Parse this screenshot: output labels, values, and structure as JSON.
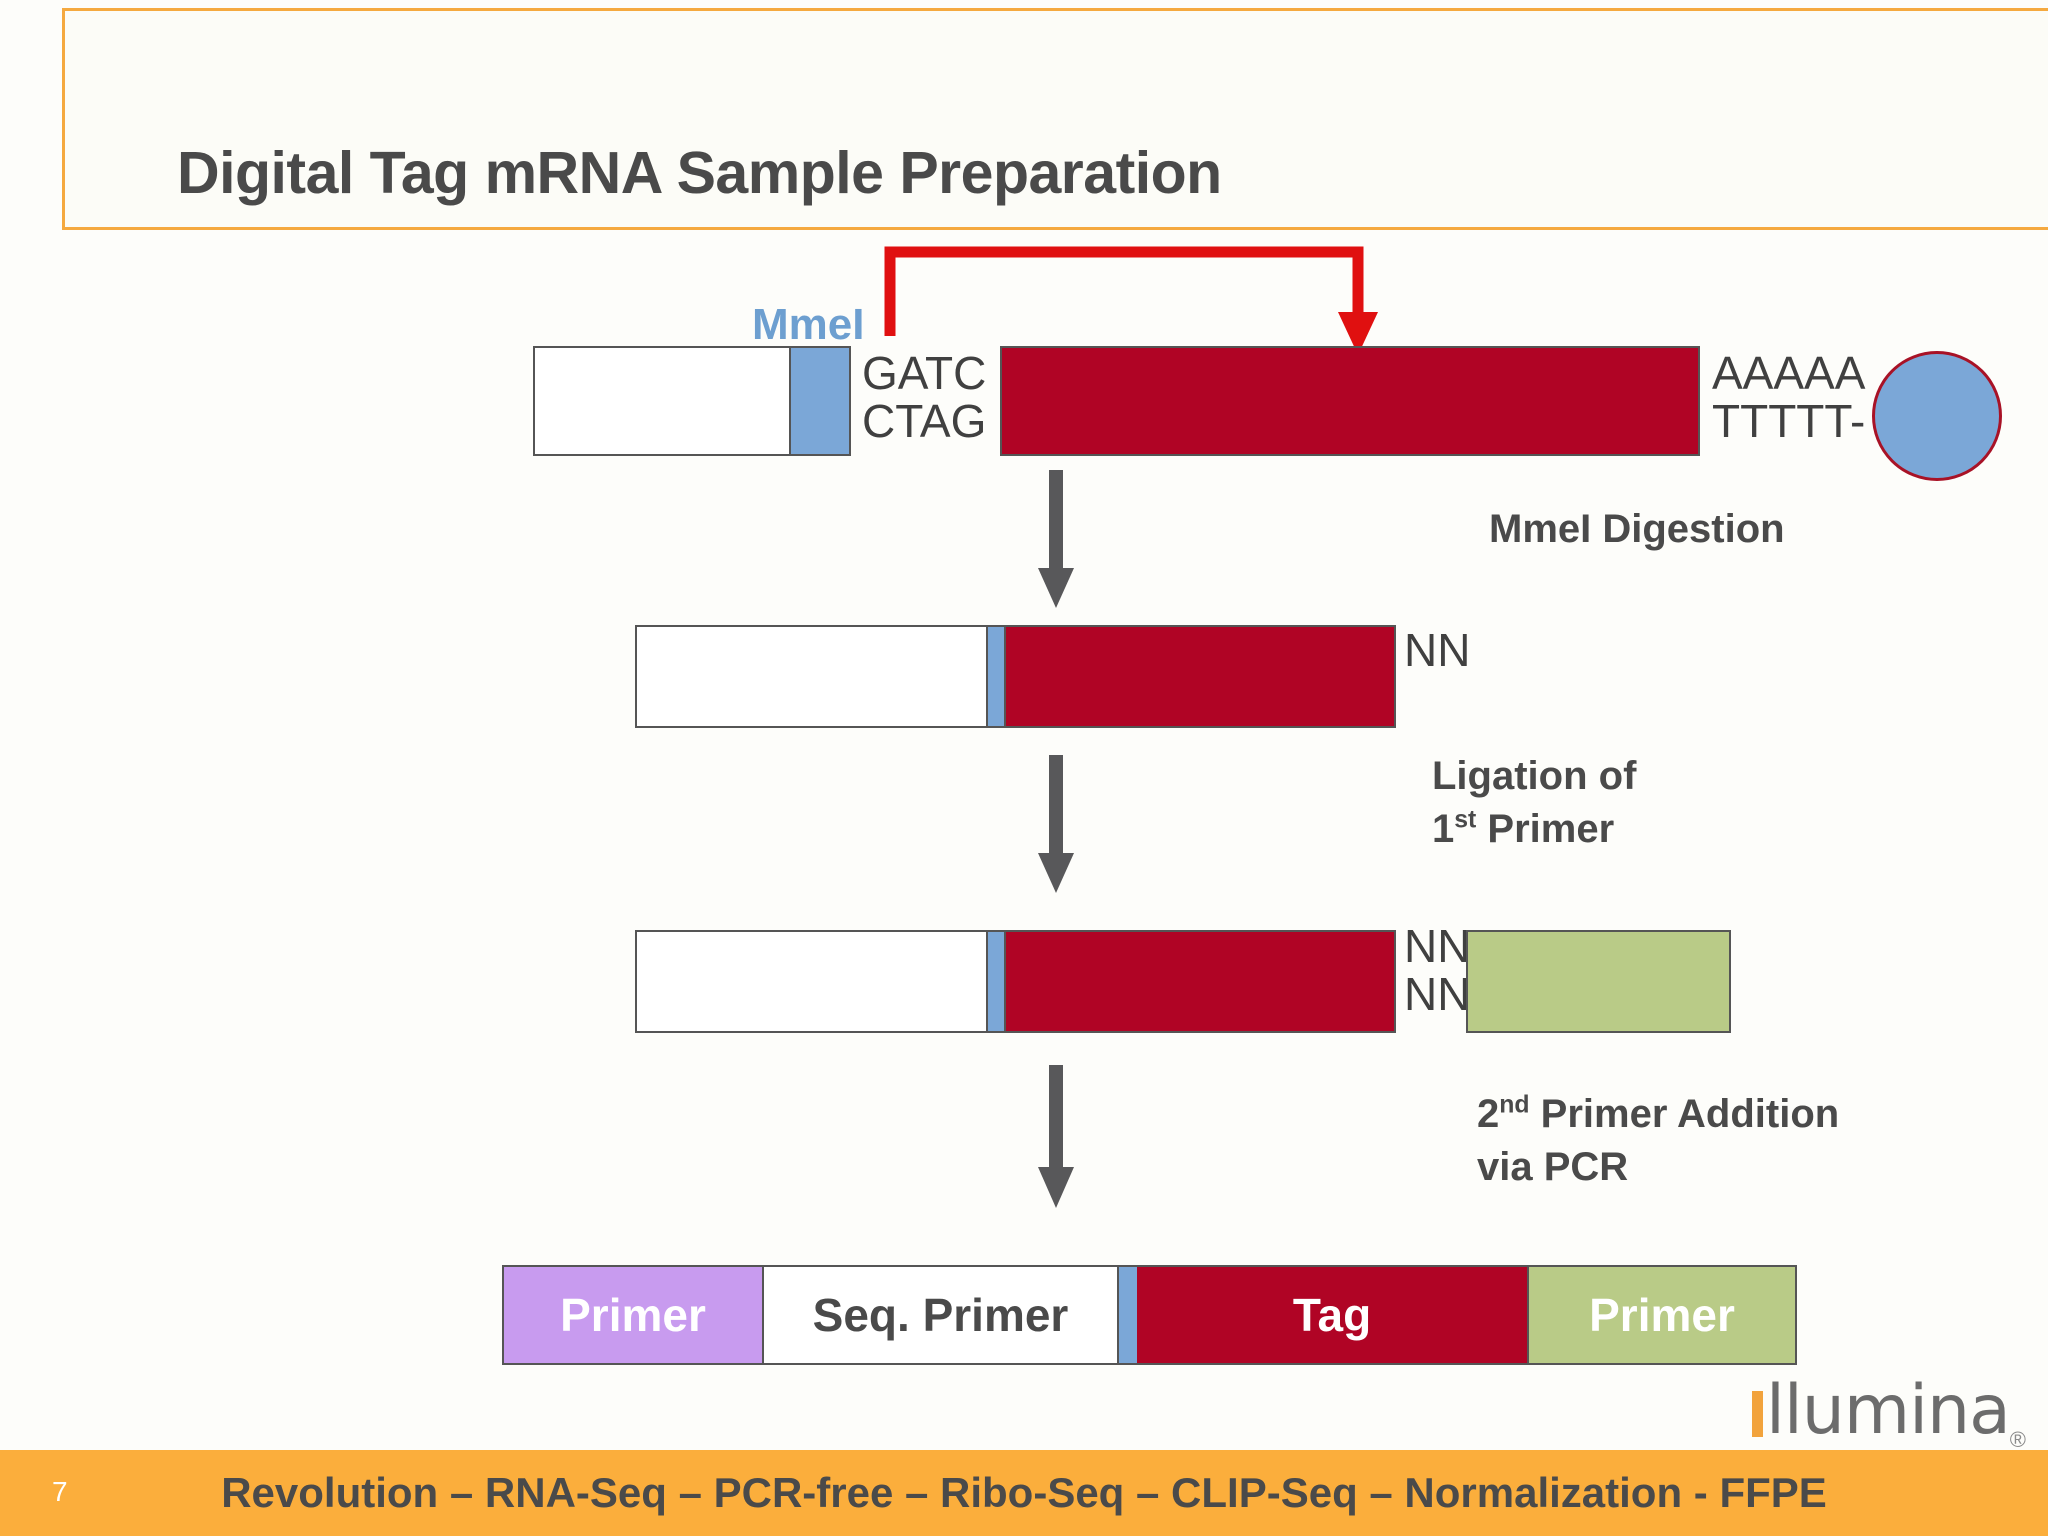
{
  "slide": {
    "title": "Digital Tag mRNA Sample Preparation",
    "page_number": "7",
    "accent_color": "#F5A93F",
    "footer_color": "#FBAE3C",
    "footer_text": "Revolution – RNA-Seq – PCR-free – Ribo-Seq – CLIP-Seq – Normalization - FFPE"
  },
  "logo": {
    "word": "llumina",
    "registered": "®",
    "accent_color": "#F2A33C",
    "text_color": "#6C6C6C"
  },
  "colors": {
    "red_tag": "#B00425",
    "blue_site": "#7BA7D7",
    "green_primer": "#B9CB87",
    "purple_primer": "#C89BEF",
    "arrow_red": "#E01010",
    "arrow_gray": "#58585A",
    "outline": "#555555",
    "text_dark": "#4A4A4A",
    "mmei_blue": "#6D9FD0"
  },
  "diagram": {
    "enzyme_label": "MmeI",
    "row1": {
      "top_sequence": "GATC",
      "bottom_sequence": "CTAG",
      "polyA_top": "AAAAA",
      "polyA_bottom": "TTTTT-",
      "bead_name": "magnetic-bead"
    },
    "row2": {
      "overhang": "NN"
    },
    "row3": {
      "overhang_top": "NN",
      "overhang_bottom": "NN"
    },
    "row4": {
      "segments": [
        {
          "label": "Primer",
          "color": "#C89BEF",
          "text_color": "#ffffff"
        },
        {
          "label": "Seq. Primer",
          "color": "#ffffff",
          "text_color": "#4A4A4A"
        },
        {
          "label": "",
          "color": "#7BA7D7",
          "text_color": "#ffffff"
        },
        {
          "label": "Tag",
          "color": "#B00425",
          "text_color": "#ffffff"
        },
        {
          "label": "Primer",
          "color": "#B9CB87",
          "text_color": "#ffffff"
        }
      ]
    },
    "steps": [
      {
        "id": "step-1",
        "line1": "MmeI Digestion",
        "line2": ""
      },
      {
        "id": "step-2",
        "line1": "Ligation of",
        "line2_pre": "1",
        "line2_sup": "st",
        "line2_post": " Primer"
      },
      {
        "id": "step-3",
        "line1_pre": "2",
        "line1_sup": "nd",
        "line1_post": " Primer Addition",
        "line2": "via PCR"
      }
    ]
  }
}
